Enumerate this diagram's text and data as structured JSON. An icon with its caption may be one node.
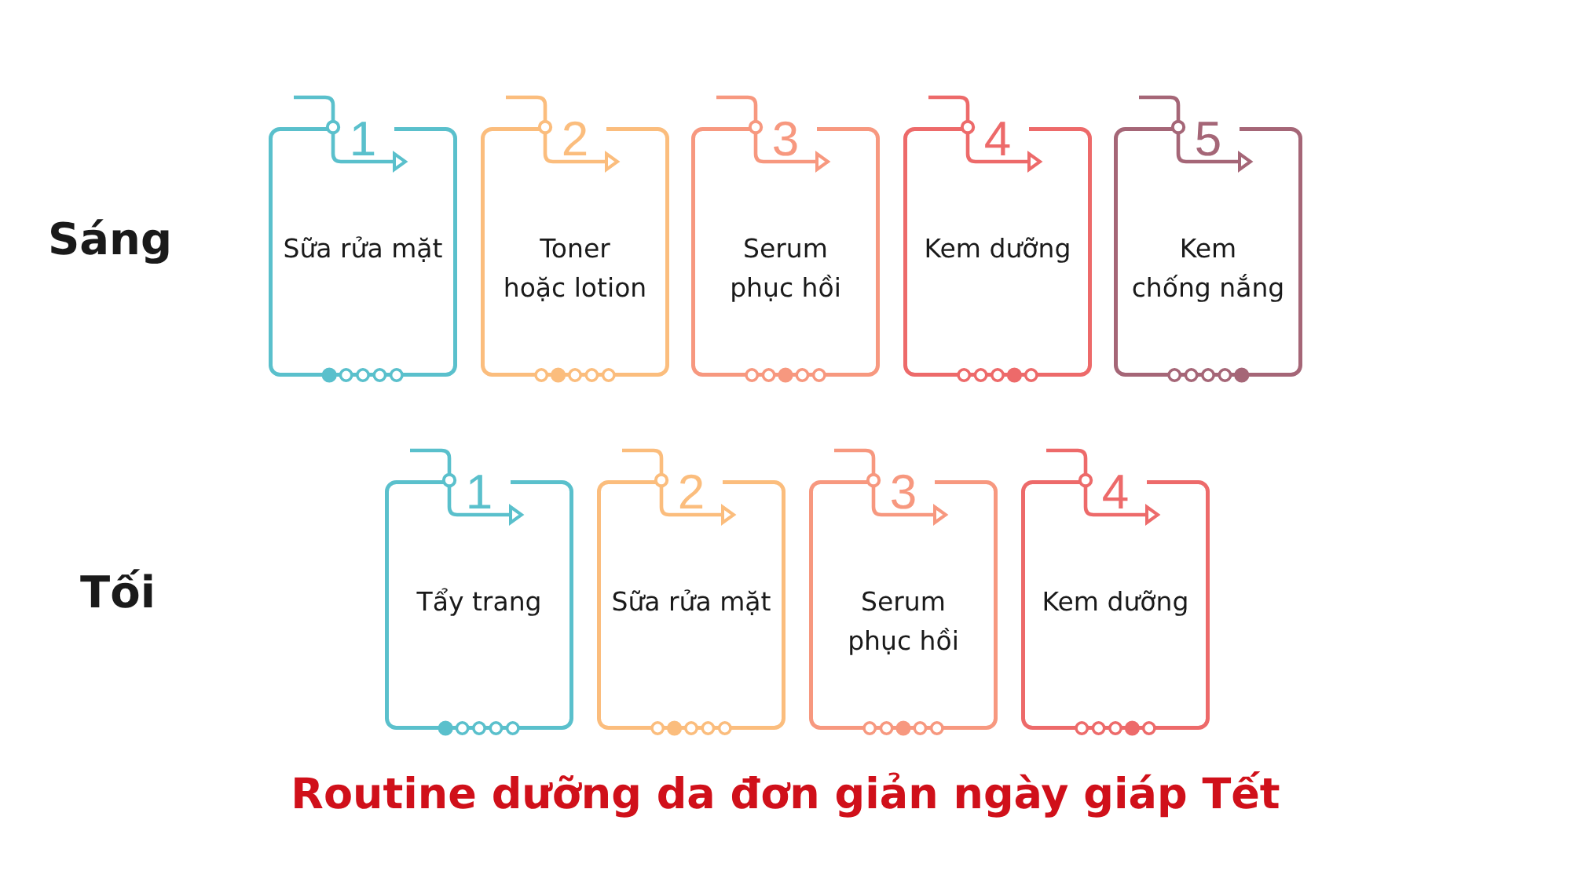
{
  "diagram": {
    "title": "Routine dưỡng da đơn giản ngày giáp Tết",
    "nodes": [
      {
        "text": [
          "1",
          "Sữa rửa mặt"
        ]
      },
      {
        "text": [
          "2",
          "Toner hoặc lotion"
        ]
      },
      {
        "text": [
          "3",
          "Serum phục hồi"
        ]
      },
      {
        "text": [
          "4",
          "Kem dưỡng"
        ]
      },
      {
        "text": [
          "5",
          "Kem chống nắng"
        ]
      },
      {
        "text": [
          "1",
          "Tẩy trang"
        ]
      },
      {
        "text": [
          "2",
          "Sữa rửa mặt"
        ]
      },
      {
        "text": [
          "3",
          "Serum phục hồi"
        ]
      },
      {
        "text": [
          "4",
          "Kem dưỡng"
        ]
      }
    ],
    "labels": [
      "Sáng",
      "Tối"
    ]
  }
}
